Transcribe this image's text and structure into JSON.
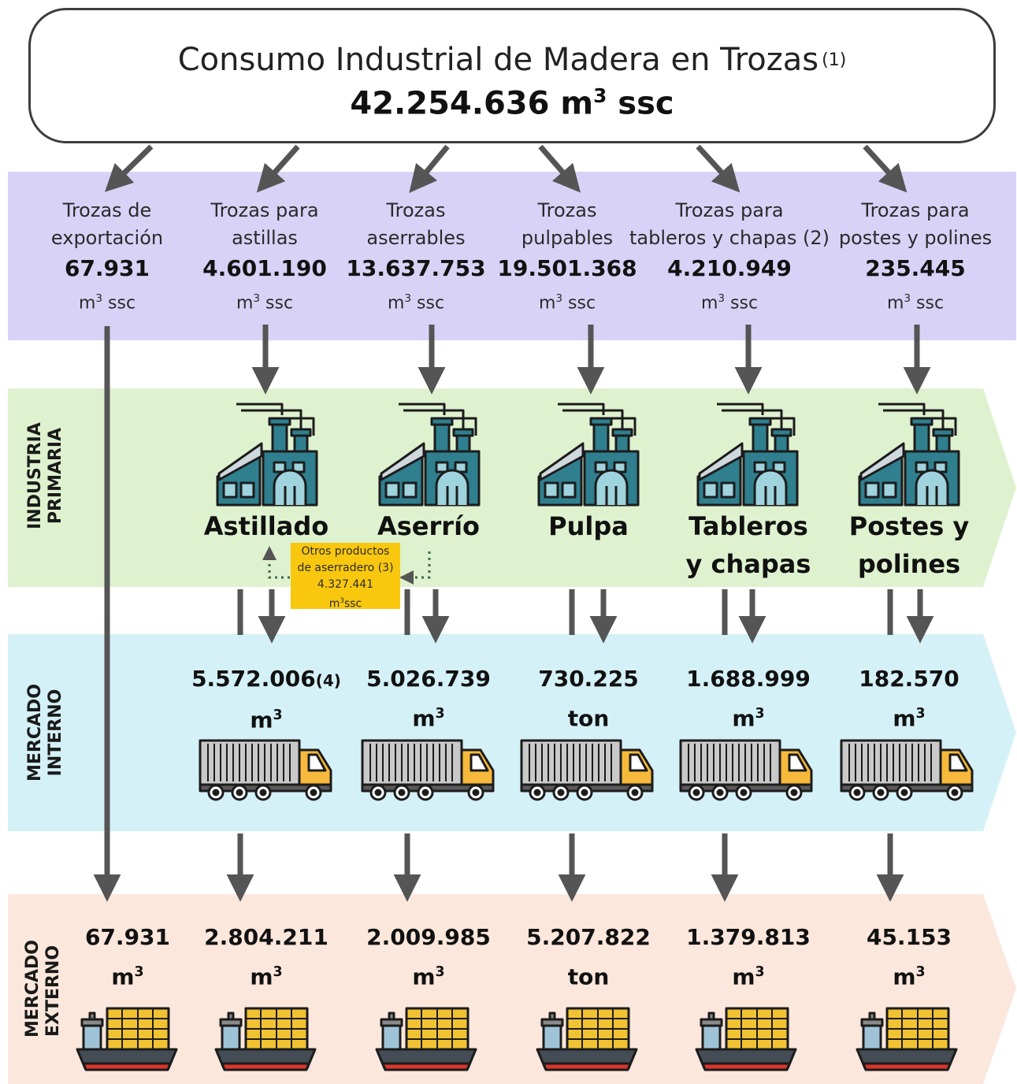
{
  "header": {
    "title": "Consumo Industrial de Madera en Trozas",
    "title_note": "(1)",
    "total_value": "42.254.636",
    "total_unit_base": "m",
    "total_unit_exp": "3",
    "total_unit_suffix": " ssc"
  },
  "unit_m3": {
    "base": "m",
    "exp": "3",
    "suffix": " ssc"
  },
  "categories": [
    {
      "line1": "Trozas de",
      "line2": "exportación",
      "value": "67.931"
    },
    {
      "line1": "Trozas para",
      "line2": "astillas",
      "value": "4.601.190"
    },
    {
      "line1": "Trozas",
      "line2": "aserrables",
      "value": "13.637.753"
    },
    {
      "line1": "Trozas",
      "line2": "pulpables",
      "value": "19.501.368"
    },
    {
      "line1": "Trozas para",
      "line2": "tableros y chapas (2)",
      "value": "4.210.949"
    },
    {
      "line1": "Trozas para",
      "line2": "postes y polines",
      "value": "235.445"
    }
  ],
  "sections": {
    "primaria": [
      "INDUSTRIA",
      "PRIMARIA"
    ],
    "interno": [
      "MERCADO",
      "INTERNO"
    ],
    "externo": [
      "MERCADO",
      "EXTERNO"
    ]
  },
  "industries": [
    {
      "line1": "Astillado",
      "line2": ""
    },
    {
      "line1": "Aserrío",
      "line2": ""
    },
    {
      "line1": "Pulpa",
      "line2": ""
    },
    {
      "line1": "Tableros",
      "line2": "y chapas"
    },
    {
      "line1": "Postes y",
      "line2": "polines"
    }
  ],
  "note_box": {
    "line1": "Otros productos",
    "line2": "de aserradero (3)",
    "value": "4.327.441",
    "unit_base": "m",
    "unit_exp": "3",
    "unit_suffix": "ssc"
  },
  "mercado_interno": [
    {
      "value": "5.572.006",
      "note": "(4)",
      "unit": "m",
      "exp": "3"
    },
    {
      "value": "5.026.739",
      "note": "",
      "unit": "m",
      "exp": "3"
    },
    {
      "value": "730.225",
      "note": "",
      "unit": "ton",
      "exp": ""
    },
    {
      "value": "1.688.999",
      "note": "",
      "unit": "m",
      "exp": "3"
    },
    {
      "value": "182.570",
      "note": "",
      "unit": "m",
      "exp": "3"
    }
  ],
  "mercado_externo": [
    {
      "value": "67.931",
      "unit": "m",
      "exp": "3"
    },
    {
      "value": "2.804.211",
      "unit": "m",
      "exp": "3"
    },
    {
      "value": "2.009.985",
      "unit": "m",
      "exp": "3"
    },
    {
      "value": "5.207.822",
      "unit": "ton",
      "exp": ""
    },
    {
      "value": "1.379.813",
      "unit": "m",
      "exp": "3"
    },
    {
      "value": "45.153",
      "unit": "m",
      "exp": "3"
    }
  ],
  "colors": {
    "trozas_band": "#d9d2f7",
    "primaria_band": "#dff2cf",
    "interno_band": "#d4f1f7",
    "externo_band": "#fbe7dc",
    "arrow": "#555555",
    "factory": "#2f7f8f",
    "truck_cab": "#f6b93b",
    "ship_hull": "#444c55",
    "note_box": "#f9c80e"
  },
  "icons": [
    "factory-icon",
    "truck-icon",
    "ship-icon"
  ]
}
